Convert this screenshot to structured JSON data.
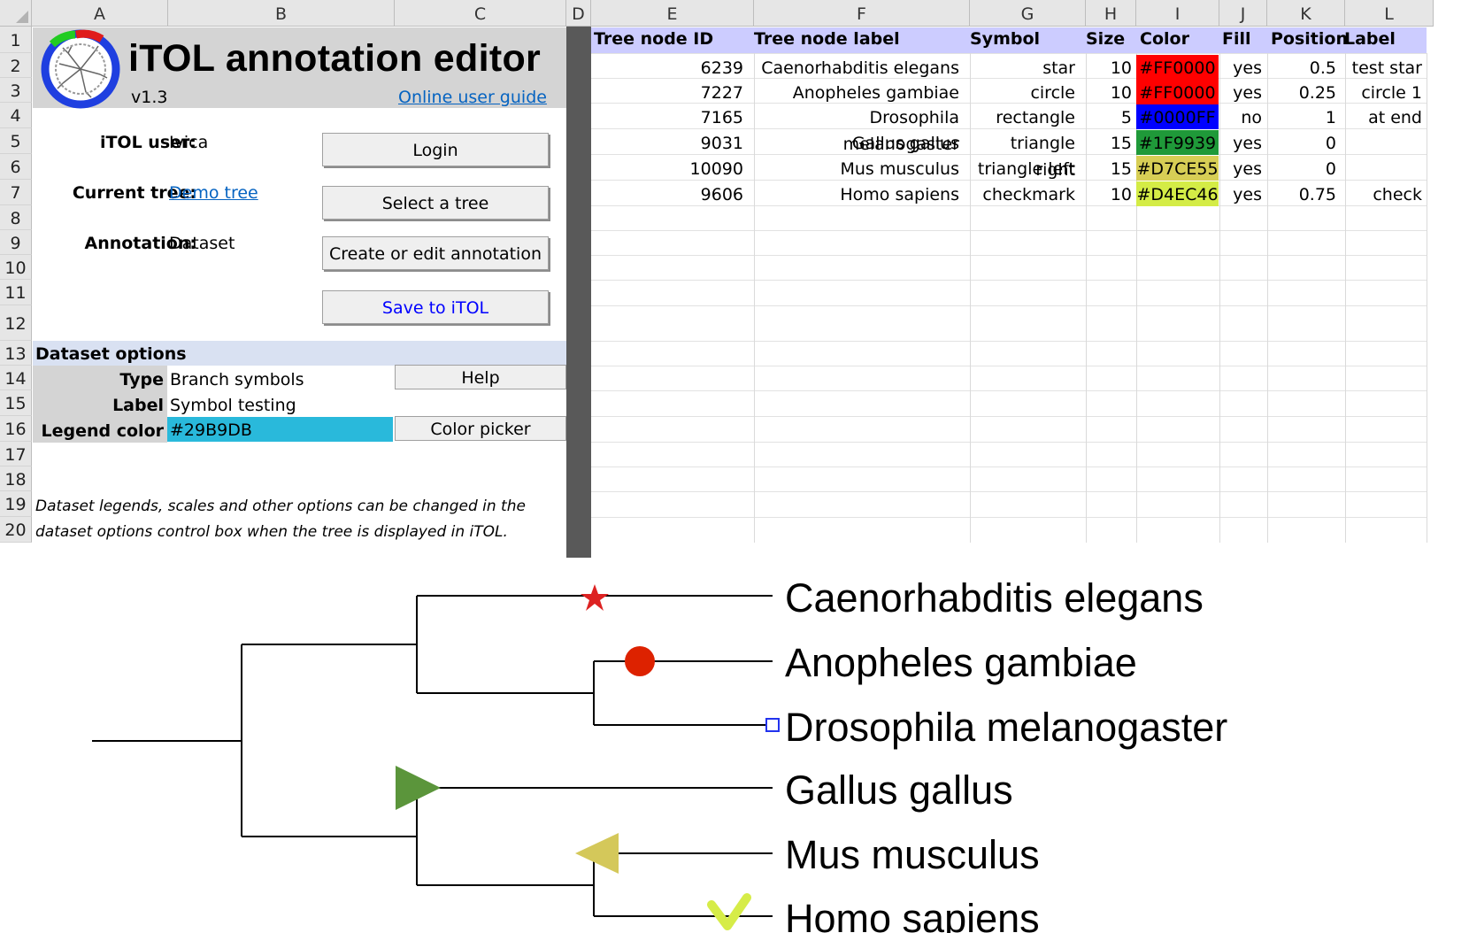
{
  "columns": [
    "A",
    "B",
    "C",
    "D",
    "E",
    "F",
    "G",
    "H",
    "I",
    "J",
    "K",
    "L"
  ],
  "rows": [
    "1",
    "2",
    "3",
    "4",
    "5",
    "6",
    "7",
    "8",
    "9",
    "10",
    "11",
    "12",
    "13",
    "14",
    "15",
    "16",
    "17",
    "18",
    "19",
    "20"
  ],
  "header": {
    "title": "iTOL annotation editor",
    "version": "v1.3",
    "guide_link": "Online user guide"
  },
  "fields": {
    "user_label": "iTOL user:",
    "user_value": "Ivica",
    "tree_label": "Current tree:",
    "tree_value": "Demo tree",
    "annotation_label": "Annotation:",
    "annotation_value": "Dataset"
  },
  "buttons": {
    "login": "Login",
    "select_tree": "Select a tree",
    "create_edit": "Create or edit annotation",
    "save": "Save to iTOL",
    "help": "Help",
    "color_picker": "Color picker"
  },
  "dataset_options": {
    "title": "Dataset options",
    "type_label": "Type",
    "type_value": "Branch symbols",
    "label_label": "Label",
    "label_value": "Symbol testing",
    "legend_label": "Legend color",
    "legend_value": "#29B9DB"
  },
  "note": {
    "line1": "Dataset legends, scales and other options can be changed in the",
    "line2": "dataset options control box when the tree is displayed in iTOL."
  },
  "table": {
    "headers": [
      "Tree node ID",
      "Tree node label",
      "Symbol",
      "Size",
      "Color",
      "Fill",
      "Position",
      "Label"
    ],
    "rows": [
      {
        "id": "6239",
        "label": "Caenorhabditis elegans",
        "symbol": "star",
        "size": "10",
        "color": "#FF0000",
        "fill": "yes",
        "position": "0.5",
        "text": "test  star"
      },
      {
        "id": "7227",
        "label": "Anopheles gambiae",
        "symbol": "circle",
        "size": "10",
        "color": "#FF0000",
        "fill": "yes",
        "position": "0.25",
        "text": "circle 1"
      },
      {
        "id": "7165",
        "label": "Drosophila melanogaster",
        "symbol": "rectangle",
        "size": "5",
        "color": "#0000FF",
        "fill": "no",
        "position": "1",
        "text": "at end"
      },
      {
        "id": "9031",
        "label": "Gallus gallus",
        "symbol": "triangle right",
        "size": "15",
        "color": "#1F9939",
        "fill": "yes",
        "position": "0",
        "text": ""
      },
      {
        "id": "10090",
        "label": "Mus musculus",
        "symbol": "triangle left",
        "size": "15",
        "color": "#D7CE55",
        "fill": "yes",
        "position": "0",
        "text": ""
      },
      {
        "id": "9606",
        "label": "Homo sapiens",
        "symbol": "checkmark",
        "size": "10",
        "color": "#D4EC46",
        "fill": "yes",
        "position": "0.75",
        "text": "check"
      }
    ]
  },
  "tree": {
    "leaves": [
      "Caenorhabditis elegans",
      "Anopheles gambiae",
      "Drosophila melanogaster",
      "Gallus gallus",
      "Mus musculus",
      "Homo sapiens"
    ],
    "symbol_colors": [
      "#dd2222",
      "#dd2200",
      "#2233ee",
      "#5b953b",
      "#d4c85a",
      "#d6ec48"
    ]
  },
  "colors": {
    "legend": "#29B9DB",
    "header_band": "#CCCCFF",
    "options_band": "#D9E1F2",
    "link": "#0563C1"
  }
}
